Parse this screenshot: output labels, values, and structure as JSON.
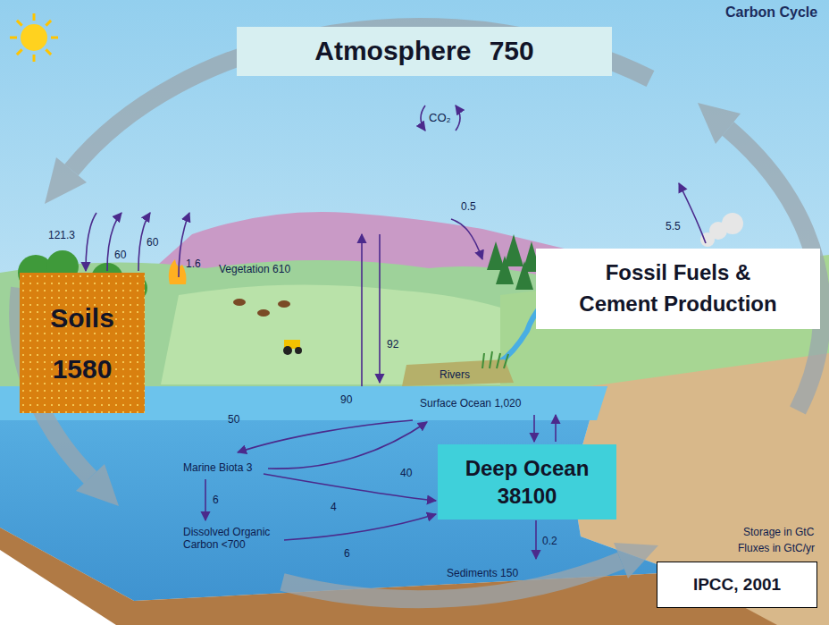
{
  "diagram": {
    "title": "Carbon Cycle",
    "nodes": [
      {
        "text": [
          "Atmosphere 750"
        ]
      },
      {
        "text": [
          "Fossil Fuels & Cement Production"
        ]
      },
      {
        "text": [
          "Soils 1580"
        ]
      },
      {
        "text": [
          "Deep Ocean 38100"
        ]
      },
      {
        "text": [
          "IPCC, 2001"
        ]
      }
    ],
    "labels": [
      "CO₂",
      "121.3",
      "60",
      "60",
      "1.6",
      "Vegetation 610",
      "0.5",
      "5.5",
      "92",
      "Rivers",
      "90",
      "Surface Ocean 1,020",
      "50",
      "Marine Biota 3",
      "40",
      "6",
      "4",
      "Dissolved Organic Carbon <700",
      "6",
      "0.2",
      "Sediments 150",
      "Storage in GtC",
      "Fluxes in GtC/yr"
    ]
  }
}
